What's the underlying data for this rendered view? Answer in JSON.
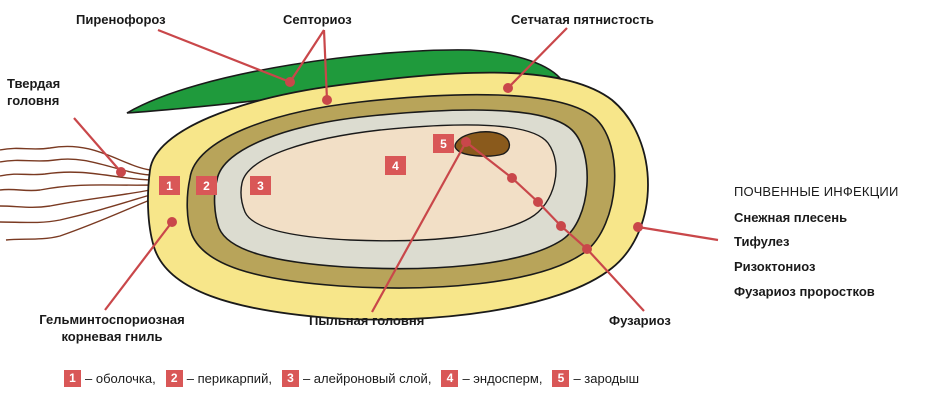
{
  "labels": {
    "pyrenophorosis": "Пиренофороз",
    "septoriosis": "Септориоз",
    "net_blotch": "Сетчатая пятнистость",
    "common_bunt": "Твердая\nголовня",
    "helmintho_root_rot": "Гельминтоспориозная\nкорневая гниль",
    "loose_smut": "Пыльная головня",
    "fusariosis": "Фузариоз"
  },
  "soil": {
    "title": "ПОЧВЕННЫЕ ИНФЕКЦИИ",
    "items": [
      "Снежная плесень",
      "Тифулез",
      "Ризоктониоз",
      "Фузариоз проростков"
    ]
  },
  "badges": [
    "1",
    "2",
    "3",
    "4",
    "5"
  ],
  "legend": [
    {
      "num": "1",
      "text": "– оболочка,"
    },
    {
      "num": "2",
      "text": "– перикарпий,"
    },
    {
      "num": "3",
      "text": "– алейроновый слой,"
    },
    {
      "num": "4",
      "text": "– эндосперм,"
    },
    {
      "num": "5",
      "text": "– зародыш"
    }
  ],
  "colors": {
    "shell": "#f7e68a",
    "pericarp": "#b8a45a",
    "aleurone": "#dcdcd0",
    "endosperm": "#f2dfc6",
    "embryo": "#8a5a1c",
    "leaf": "#1f9a3c",
    "accent": "#c9474a",
    "badge": "#d95757",
    "hairs": "#7a3a22"
  }
}
